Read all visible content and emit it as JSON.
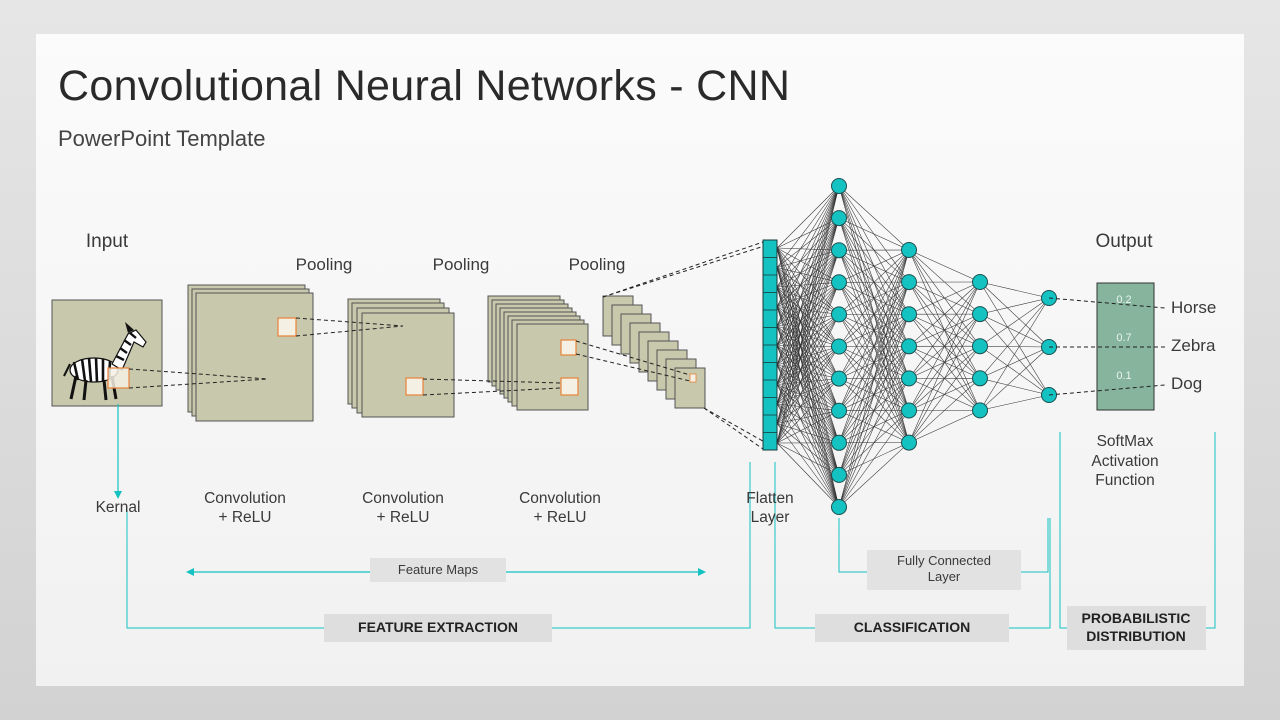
{
  "title": "Convolutional Neural Networks - CNN",
  "subtitle": "PowerPoint Template",
  "labels": {
    "input": "Input",
    "output": "Output",
    "pooling": [
      "Pooling",
      "Pooling",
      "Pooling"
    ],
    "kernal": "Kernal",
    "conv": [
      {
        "line1": "Convolution",
        "line2": "+ ReLU"
      },
      {
        "line1": "Convolution",
        "line2": "+ ReLU"
      },
      {
        "line1": "Convolution",
        "line2": "+ ReLU"
      }
    ],
    "flatten": {
      "line1": "Flatten",
      "line2": "Layer"
    },
    "softmax": {
      "line1": "SoftMax",
      "line2": "Activation",
      "line3": "Function"
    },
    "feature_maps": "Feature Maps",
    "fully_connected": {
      "line1": "Fully Connected",
      "line2": "Layer"
    }
  },
  "sections": {
    "feature_extraction": "FEATURE EXTRACTION",
    "classification": "CLASSIFICATION",
    "probabilistic": {
      "line1": "PROBABILISTIC",
      "line2": "DISTRIBUTION"
    }
  },
  "outputs": [
    {
      "value": "0.2",
      "label": "Horse"
    },
    {
      "value": "0.7",
      "label": "Zebra"
    },
    {
      "value": "0.1",
      "label": "Dog"
    }
  ],
  "colors": {
    "teal": "#14c2c2",
    "map_fill": "#c8c8ac",
    "softmax_fill": "#86b49c",
    "kernel_stroke": "#e8823a"
  }
}
